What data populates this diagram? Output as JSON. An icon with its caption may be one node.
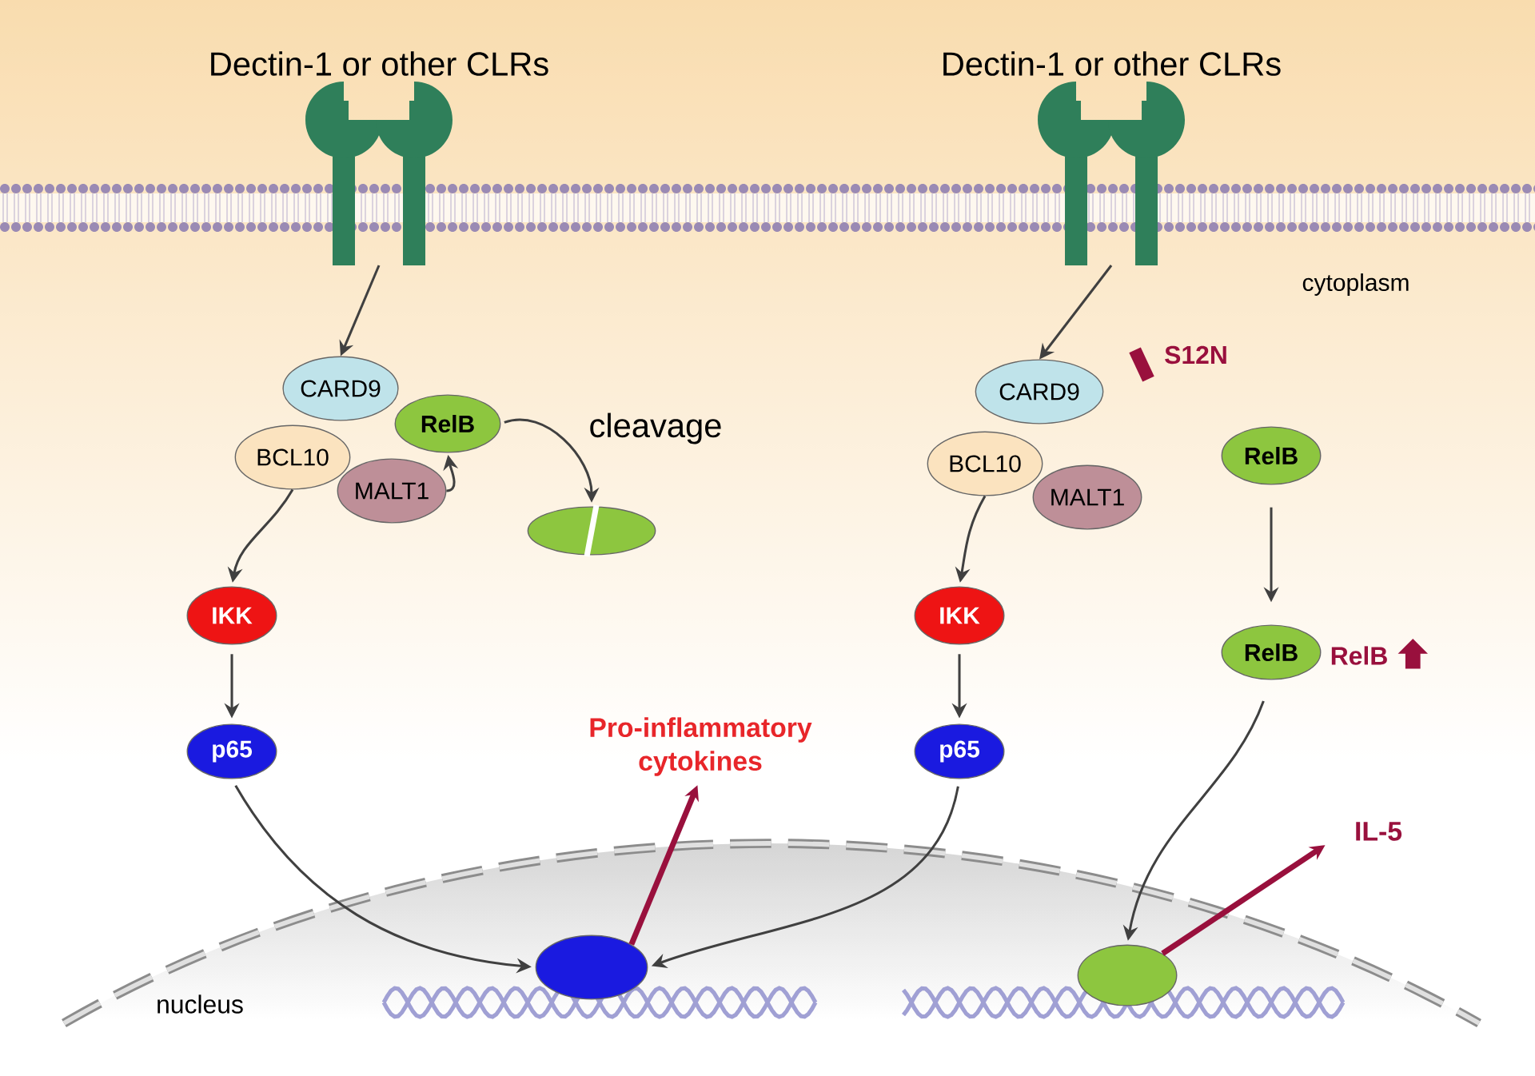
{
  "diagram": {
    "nodes": [
      {
        "text": [
          "Dectin-1 or other CLRs"
        ]
      },
      {
        "text": [
          "CARD9"
        ]
      },
      {
        "text": [
          "RelB"
        ]
      },
      {
        "text": [
          "BCL10"
        ]
      },
      {
        "text": [
          "MALT1"
        ]
      },
      {
        "text": [],
        "shape": "ellipse"
      },
      {
        "text": [
          "IKK"
        ]
      },
      {
        "text": [
          "p65"
        ]
      },
      {
        "text": [],
        "shape": "ellipse"
      },
      {
        "text": [
          "Pro-inflammatory cytokines"
        ]
      },
      {
        "text": [
          "Dectin-1 or other CLRs"
        ]
      },
      {
        "text": [
          "CARD9"
        ],
        "beside": [
          "S12N"
        ]
      },
      {
        "text": [
          "BCL10"
        ]
      },
      {
        "text": [
          "MALT1"
        ]
      },
      {
        "text": [
          "RelB"
        ]
      },
      {
        "text": [
          "RelB"
        ],
        "beside": [
          "RelB"
        ]
      },
      {
        "text": [
          "IKK"
        ]
      },
      {
        "text": [
          "p65"
        ]
      },
      {
        "text": [],
        "shape": "ellipse"
      },
      {
        "text": [
          "IL-5"
        ]
      }
    ],
    "edges": [
      {
        "from": 0,
        "to": 1,
        "arrow": "to"
      },
      {
        "from": 4,
        "to": 2,
        "arrow": "to"
      },
      {
        "from": 2,
        "to": 5,
        "arrow": "to",
        "label": "cleavage"
      },
      {
        "from": 3,
        "to": 6,
        "arrow": "to"
      },
      {
        "from": 6,
        "to": 7,
        "arrow": "to"
      },
      {
        "from": 7,
        "to": 8,
        "arrow": "to"
      },
      {
        "from": 8,
        "to": 9,
        "arrow": "to",
        "style": "thick",
        "color": "#99103d"
      },
      {
        "from": 10,
        "to": 11,
        "arrow": "to"
      },
      {
        "from": 12,
        "to": 16,
        "arrow": "to"
      },
      {
        "from": 16,
        "to": 17,
        "arrow": "to"
      },
      {
        "from": 17,
        "to": 8,
        "arrow": "to"
      },
      {
        "from": 14,
        "to": 15,
        "arrow": "to"
      },
      {
        "from": 15,
        "to": 18,
        "arrow": "to"
      },
      {
        "from": 18,
        "to": 19,
        "arrow": "to",
        "style": "thick",
        "color": "#99103d"
      }
    ],
    "labels": [
      "cytoplasm",
      "nucleus"
    ]
  }
}
